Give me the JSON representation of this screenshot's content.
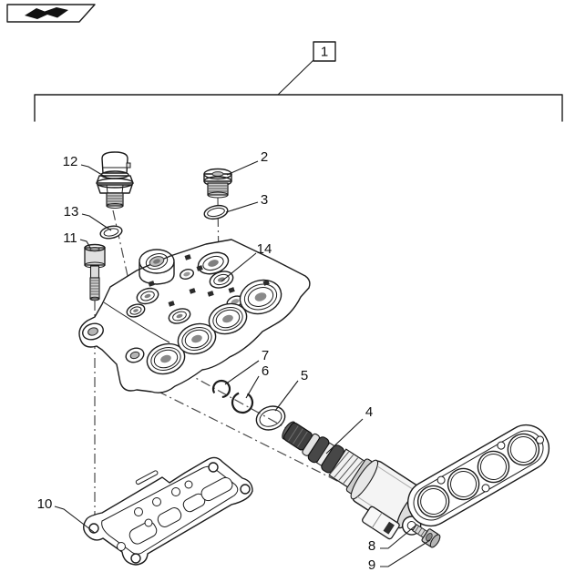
{
  "page": {
    "background_color": "#ffffff"
  },
  "logo": {
    "icon": "brand-leaf-swoosh"
  },
  "assembly_callout": {
    "number": "1"
  },
  "part_callouts": {
    "c2": "2",
    "c3": "3",
    "c4": "4",
    "c5": "5",
    "c6": "6",
    "c7": "7",
    "c8": "8",
    "c9": "9",
    "c10": "10",
    "c11": "11",
    "c12": "12",
    "c13": "13",
    "c14": "14"
  },
  "colors": {
    "line": "#1c1c1c",
    "centerline": "#4a4a4a",
    "shade_light": "#ececec",
    "shade_mid": "#cfcfcf",
    "shade_dark": "#3f3f3f"
  }
}
